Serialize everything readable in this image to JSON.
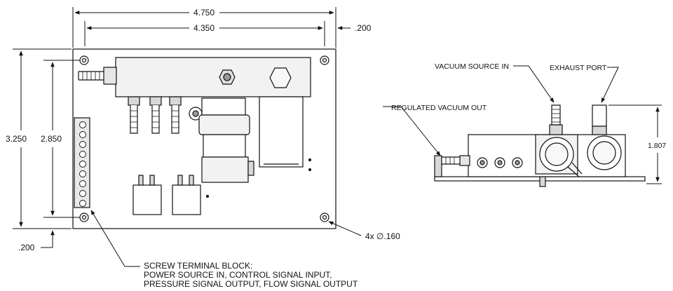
{
  "dimensions": {
    "overall_width": "4.750",
    "inner_width": "4.350",
    "edge_offset_right": ".200",
    "overall_height": "3.250",
    "inner_height": "2.850",
    "edge_offset_bottom": ".200",
    "side_height": "1.807"
  },
  "callouts": {
    "mount_holes": "4x ∅.160",
    "vacuum_source_in": "VACUUM SOURCE IN",
    "exhaust_port": "EXHAUST PORT",
    "regulated_vacuum_out": "REGULATED VACUUM OUT",
    "terminal_block_line1": "SCREW TERMINAL BLOCK:",
    "terminal_block_line2": "POWER SOURCE IN, CONTROL SIGNAL INPUT,",
    "terminal_block_line3": "PRESSURE SIGNAL OUTPUT, FLOW SIGNAL OUTPUT"
  },
  "colors": {
    "line": "#111111",
    "fill_light": "#f2f2f2",
    "fill_mid": "#d8d8d8",
    "fill_dark": "#9a9a9a"
  }
}
